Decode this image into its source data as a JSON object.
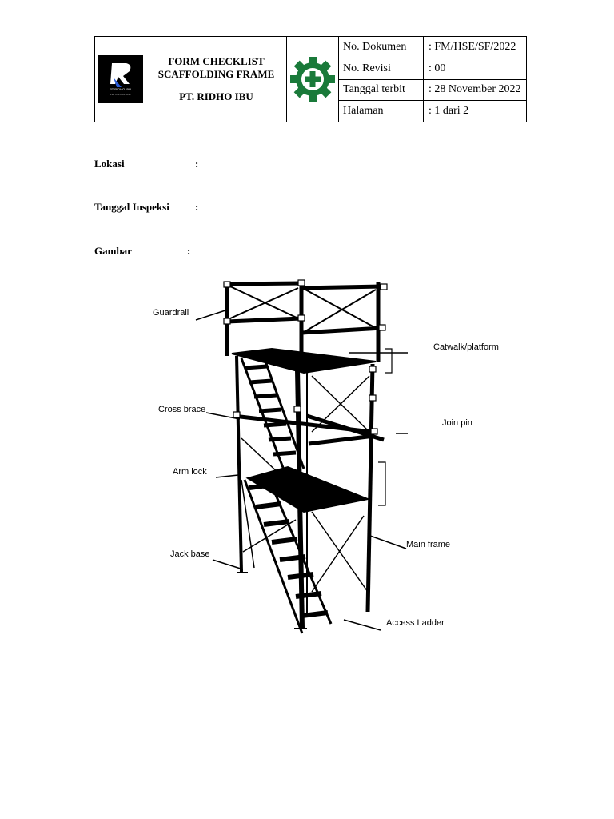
{
  "header": {
    "logo_text_main": "PT RIDHO IBU",
    "logo_text_sub": "HSE CONSULTANT",
    "title_line1": "FORM CHECKLIST",
    "title_line2": "SCAFFOLDING FRAME",
    "company": "PT. RIDHO IBU",
    "gear_color": "#1a7a3a",
    "rows": [
      {
        "label": "No. Dokumen",
        "value": ": FM/HSE/SF/2022"
      },
      {
        "label": "No. Revisi",
        "value": ": 00"
      },
      {
        "label": "Tanggal terbit",
        "value": ": 28 November 2022"
      },
      {
        "label": "Halaman",
        "value": ": 1 dari 2"
      }
    ]
  },
  "fields": {
    "lokasi": {
      "label": "Lokasi",
      "colon": ":"
    },
    "tanggal": {
      "label": "Tanggal Inspeksi",
      "colon": ":"
    },
    "gambar": {
      "label": "Gambar",
      "colon": ":"
    }
  },
  "callouts": {
    "guardrail": "Guardrail",
    "catwalk": "Catwalk/platform",
    "cross_brace": "Cross brace",
    "join_pin": "Join pin",
    "arm_lock": "Arm lock",
    "main_frame": "Main frame",
    "jack_base": "Jack base",
    "access_ladder": "Access Ladder"
  }
}
